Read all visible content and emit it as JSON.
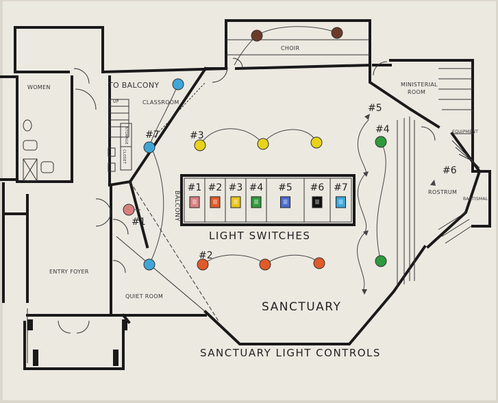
{
  "title": "SANCTUARY LIGHT CONTROLS",
  "rooms": {
    "women": "WOMEN",
    "to_balcony": "TO BALCONY",
    "up": "UP",
    "classroom": "CLASSROOM",
    "storage": "STORAGE",
    "closet": "CLOSET",
    "choir": "CHOIR",
    "ministerial": "MINISTERIAL",
    "room": "ROOM",
    "equipment": "EQUIPMENT",
    "rostrum": "ROSTRUM",
    "baptismal": "BAPTISMAL",
    "balcony": "BALCONY",
    "entry_foyer": "ENTRY FOYER",
    "quiet_room": "QUIET ROOM",
    "sanctuary": "SANCTUARY",
    "light_switches": "LIGHT SWITCHES"
  },
  "zone_labels": {
    "z1": "#1",
    "z2": "#2",
    "z3": "#3",
    "z4": "#4",
    "z5": "#5",
    "z6": "#6",
    "z7": "#7"
  },
  "switches": [
    {
      "label": "#1",
      "color": "#d88080"
    },
    {
      "label": "#2",
      "color": "#e05a2a"
    },
    {
      "label": "#3",
      "color": "#e8c31a"
    },
    {
      "label": "#4",
      "color": "#2e9a3c"
    },
    {
      "label": "#5",
      "color": "#4a6ad0"
    },
    {
      "label": "#6",
      "color": "#111111"
    },
    {
      "label": "#7",
      "color": "#3fa6d8"
    }
  ],
  "colors": {
    "zone1": "#d88080",
    "zone2": "#e05a2a",
    "zone3": "#e8d21a",
    "zone4": "#2e9a3c",
    "zone5": "#5a7fa8",
    "zone6": "#6b3a2a",
    "zone7": "#3fa6d8"
  }
}
